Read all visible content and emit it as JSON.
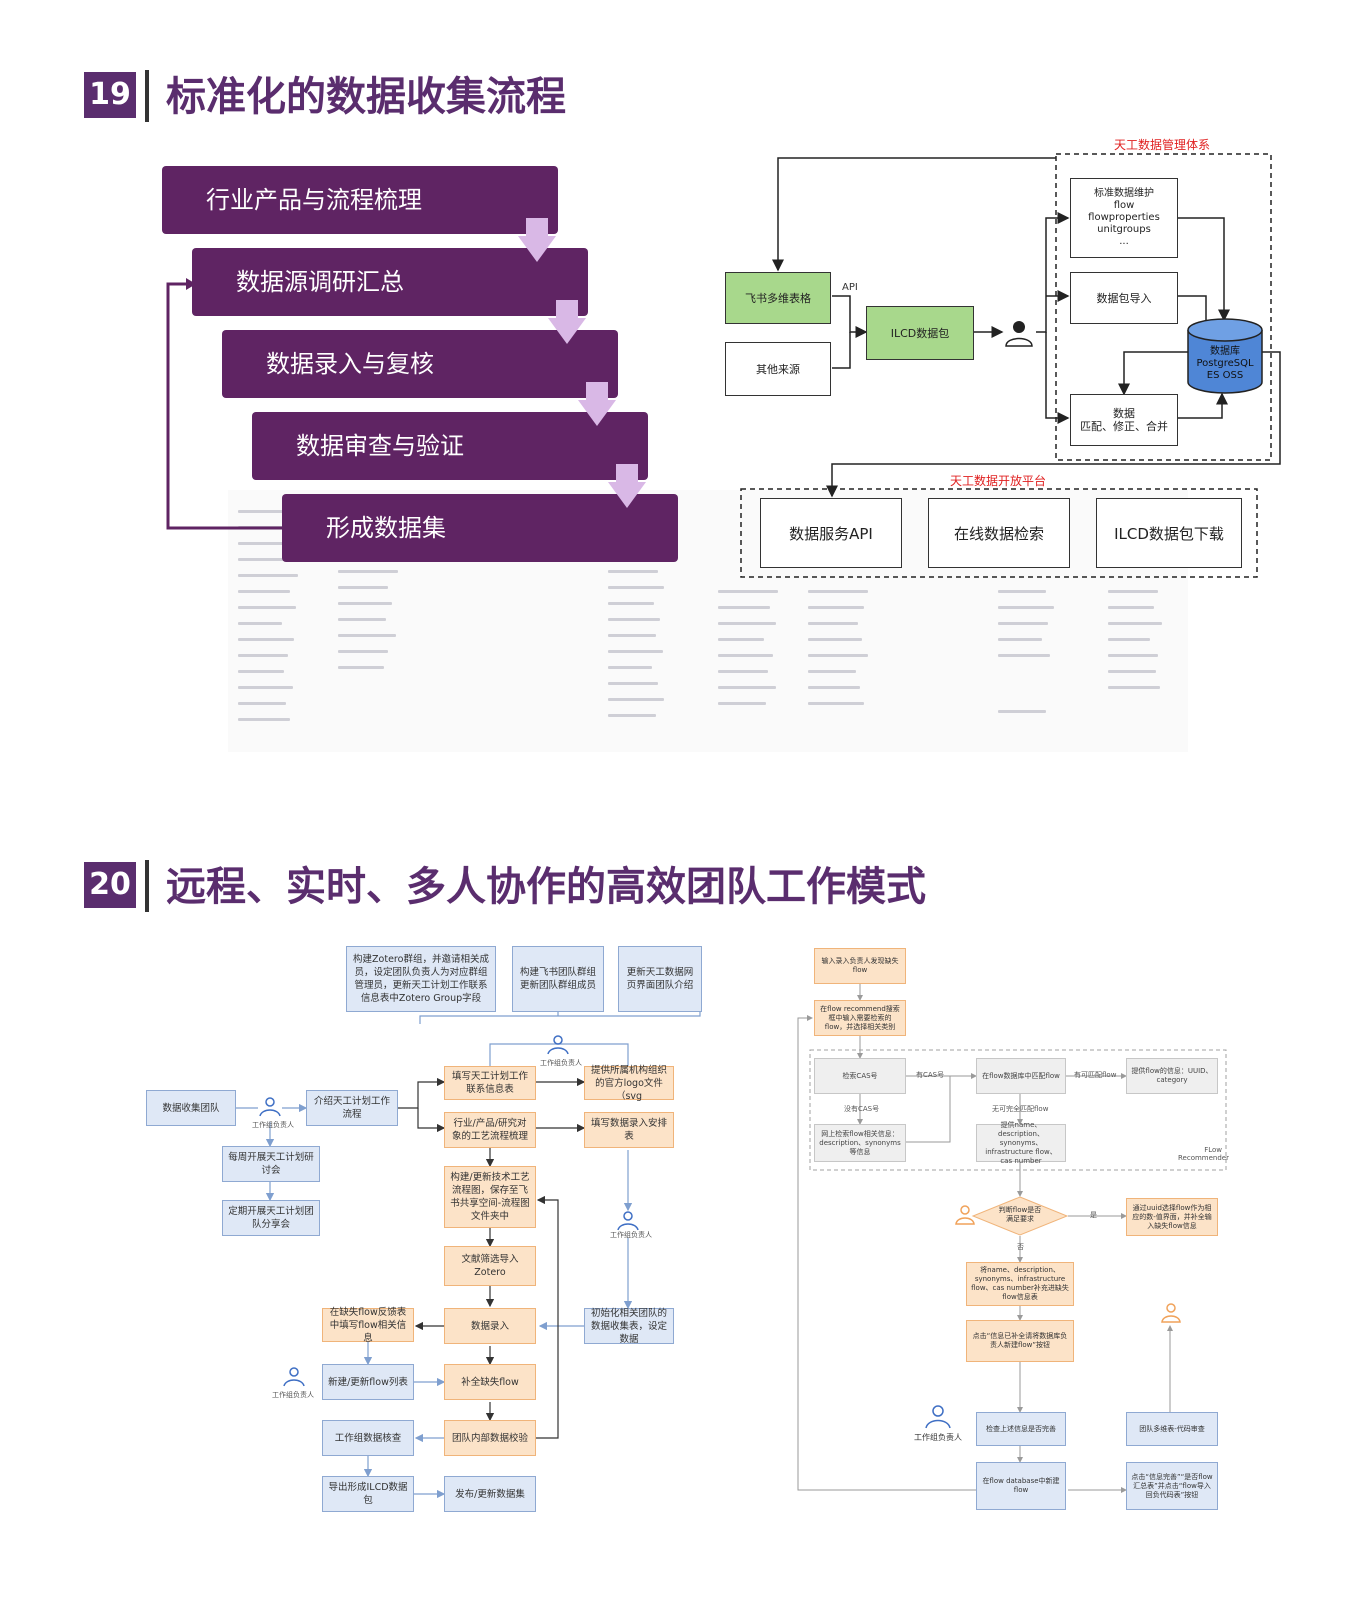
{
  "section19": {
    "number": "19",
    "title": "标准化的数据收集流程",
    "steps": [
      "行业产品与流程梳理",
      "数据源调研汇总",
      "数据录入与复核",
      "数据审查与验证",
      "形成数据集"
    ],
    "diagram": {
      "management_label": "天工数据管理体系",
      "platform_label": "天工数据开放平台",
      "feishu": "飞书多维表格",
      "other": "其他来源",
      "api": "API",
      "ilcd": "ILCD数据包",
      "std_maintain": [
        "标准数据维护",
        "flow",
        "flowproperties",
        "unitgroups",
        "..."
      ],
      "pkg_import": "数据包导入",
      "database": [
        "数据库",
        "PostgreSQL",
        "ES OSS"
      ],
      "data_ops": [
        "数据",
        "匹配、修正、合并"
      ],
      "services": [
        "数据服务API",
        "在线数据检索",
        "ILCD数据包下载"
      ]
    }
  },
  "section20": {
    "number": "20",
    "title": "远程、实时、多人协作的高效团队工作模式",
    "left_flow": {
      "top_boxes": [
        "构建Zotero群组，并邀请相关成员，设定团队负责人为对应群组管理员，更新天工计划工作联系信息表中Zotero Group字段",
        "构建飞书团队群组更新团队群组成员",
        "更新天工数据网页界面团队介绍"
      ],
      "team": "数据收集团队",
      "leader": "工作组负责人",
      "intro": "介绍天工计划工作流程",
      "fill_info": "填写天工计划工作联系信息表",
      "logo": "提供所属机构组织的官方logo文件（svg",
      "industry": "行业/产品/研究对象的工艺流程梳理",
      "schedule": "填写数据录入安排表",
      "weekly": "每周开展天工计划研讨会",
      "regular": "定期开展天工计划团队分享会",
      "build_flowchart": "构建/更新技术工艺流程图，保存至飞书共享空间-流程图文件夹中",
      "literature": "文献筛选导入Zotero",
      "missing_flow": "在缺失flow反馈表中填写flow相关信息",
      "data_entry": "数据录入",
      "init_table": "初始化相关团队的数据收集表，设定数据",
      "new_flow_list": "新建/更新flow列表",
      "complete_flow": "补全缺失flow",
      "group_check": "工作组数据核查",
      "team_check": "团队内部数据校验",
      "export": "导出形成ILCD数据包",
      "publish": "发布/更新数据集"
    },
    "right_flow": {
      "input_missing": "输入录入负责人发现缺失flow",
      "recommend": "在flow recommend搜索框中输入需要检索的flow，并选择相关类别",
      "has_cas": "检索CAS号",
      "cas_yes": "有CAS号",
      "cas_no": "没有CAS号",
      "cas_db": "在flow数据库中匹配flow",
      "match_found": "有可匹配flow",
      "get_info": "提供flow的信息：UUID、category",
      "search_by_name": "网上检索flow相关信息：description、synonyms等信息",
      "no_match": "无可完全匹配flow",
      "provide_name": "提供name、description、synonyms、infrastructure flow、cas number",
      "recommender": "FLow Recommender",
      "judge": "判断flow是否满足要求",
      "yes": "是",
      "no": "否",
      "uuid_choose": "通过uuid选择flow作为相应的数-值界面，并补全输入缺失flow信息",
      "fill_missing": "将name、description、synonyms、infrastructure flow、cas number补充进缺失flow信息表",
      "click_new": "点击“信息已补全请将数据库负责人新建flow”按钮",
      "leader": "工作组负责人",
      "check_info": "检查上述信息是否完善",
      "create_db": "在flow database中新建flow",
      "review": "团队多维表-代码审查",
      "code_review": "点击“信息完善”“是否flow汇总表”并点击“flow导入回负代码表”按钮"
    }
  }
}
